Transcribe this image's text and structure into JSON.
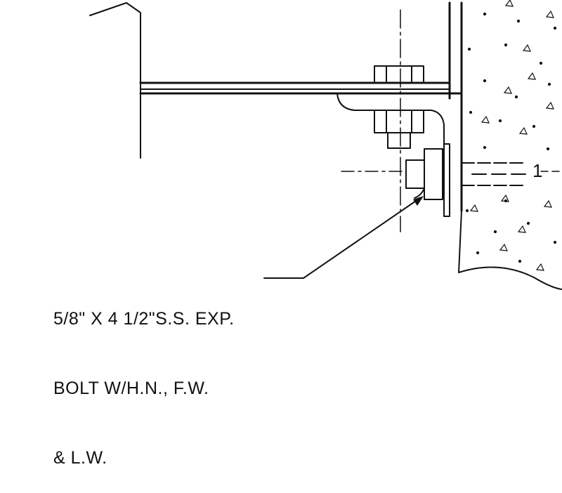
{
  "callout": {
    "line1": "5/8\" X 4 1/2\"S.S. EXP.",
    "line2": "BOLT W/H.N., F.W.",
    "line3": "& L.W."
  },
  "dimension_mark": "1",
  "colors": {
    "ink": "#111111",
    "background": "#ffffff"
  }
}
